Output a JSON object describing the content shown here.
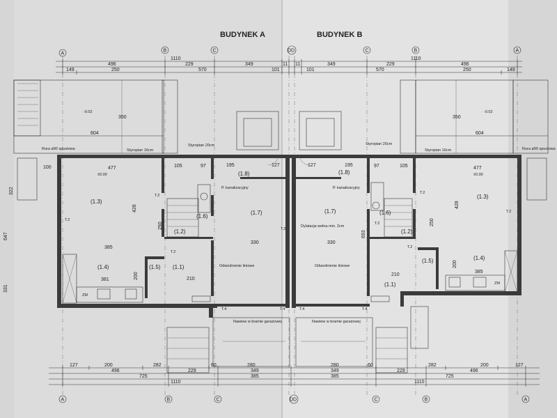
{
  "titles": {
    "building_a": "BUDYNEK A",
    "building_b": "BUDYNEK B"
  },
  "axes": {
    "a": "A",
    "b": "B",
    "c": "C",
    "d": "D",
    "dd": "DD"
  },
  "top_dims": {
    "a_total": "1110",
    "a_p1": "496",
    "a_p2": "229",
    "a_p3": "349",
    "a_r1": "149",
    "a_r2": "250",
    "a_r3": "570",
    "a_r4": "101",
    "b_total": "1110",
    "b_p1": "349",
    "b_p2": "229",
    "b_p3": "496",
    "b_r1": "101",
    "b_r2": "570",
    "b_r3": "250",
    "b_r4": "149",
    "mid_11": "11",
    "mid_11b": "11"
  },
  "bottom_dims": {
    "a_127": "127",
    "a_200": "200",
    "a_282": "282",
    "a_229": "229",
    "a_280": "280",
    "a_60": "60",
    "a_496": "496",
    "a_349": "349",
    "a_725": "725",
    "a_385": "385",
    "a_1110": "1110",
    "b_280": "280",
    "b_60": "60",
    "b_229": "229",
    "b_282": "282",
    "b_200": "200",
    "b_127": "127",
    "b_349": "349",
    "b_496": "496",
    "b_385": "385",
    "b_725": "725",
    "b_1110": "1110"
  },
  "rooms": {
    "a_13": "(1.3)",
    "a_14": "(1.4)",
    "a_12": "(1.2)",
    "a_11": "(1.1)",
    "a_15": "(1.5)",
    "a_16": "(1.6)",
    "a_17": "(1.7)",
    "a_18": "(1.8)",
    "b_13": "(1.3)",
    "b_14": "(1.4)",
    "b_12": "(1.2)",
    "b_11": "(1.1)",
    "b_15": "(1.5)",
    "b_16": "(1.6)",
    "b_17": "(1.7)",
    "b_18": "(1.8)"
  },
  "inner_dims": {
    "a_477": "477",
    "a_428": "428",
    "a_385": "385",
    "a_381": "381",
    "a_200": "200",
    "a_330": "330",
    "a_250": "250",
    "a_195": "195",
    "a_127": "127",
    "a_105": "105",
    "a_97": "97",
    "a_210": "210",
    "a_604": "604",
    "a_350": "350",
    "b_477": "477",
    "b_428": "428",
    "b_385": "385",
    "b_200": "200",
    "b_330": "330",
    "b_250": "250",
    "b_195": "195",
    "b_127": "127",
    "b_105": "105",
    "b_97": "97",
    "b_210": "210",
    "b_604": "604",
    "b_350": "350",
    "b_693": "693"
  },
  "side_dims": {
    "l_647": "647",
    "l_331": "331",
    "l_322": "322",
    "l_100": "100"
  },
  "tags": {
    "t2": "T.2",
    "t4": "T.4",
    "zm": "ZM"
  },
  "notes": {
    "a_stryropian20": "Styropian 20cm",
    "a_stryropian16": "Styropian 16cm",
    "a_rura": "Rura ø90 spustowa",
    "a_pion": "P. kanalizacyjny",
    "a_odw": "Odwodnienie liniowe",
    "a_ster": "Nawiew w bramie garażowej",
    "b_stryropian20": "Styropian 20cm",
    "b_stryropian16": "Styropian 16cm",
    "b_rura": "Rura ø90 spustowa",
    "b_pion": "P. kanalizacyjny",
    "b_odw": "Odwodnienie liniowe",
    "b_ster": "Nawiew w bramie garażowej",
    "dylatacja": "Dylatacja wełna min. 2cm",
    "level0": "±0.00",
    "level1": "-0.02"
  }
}
